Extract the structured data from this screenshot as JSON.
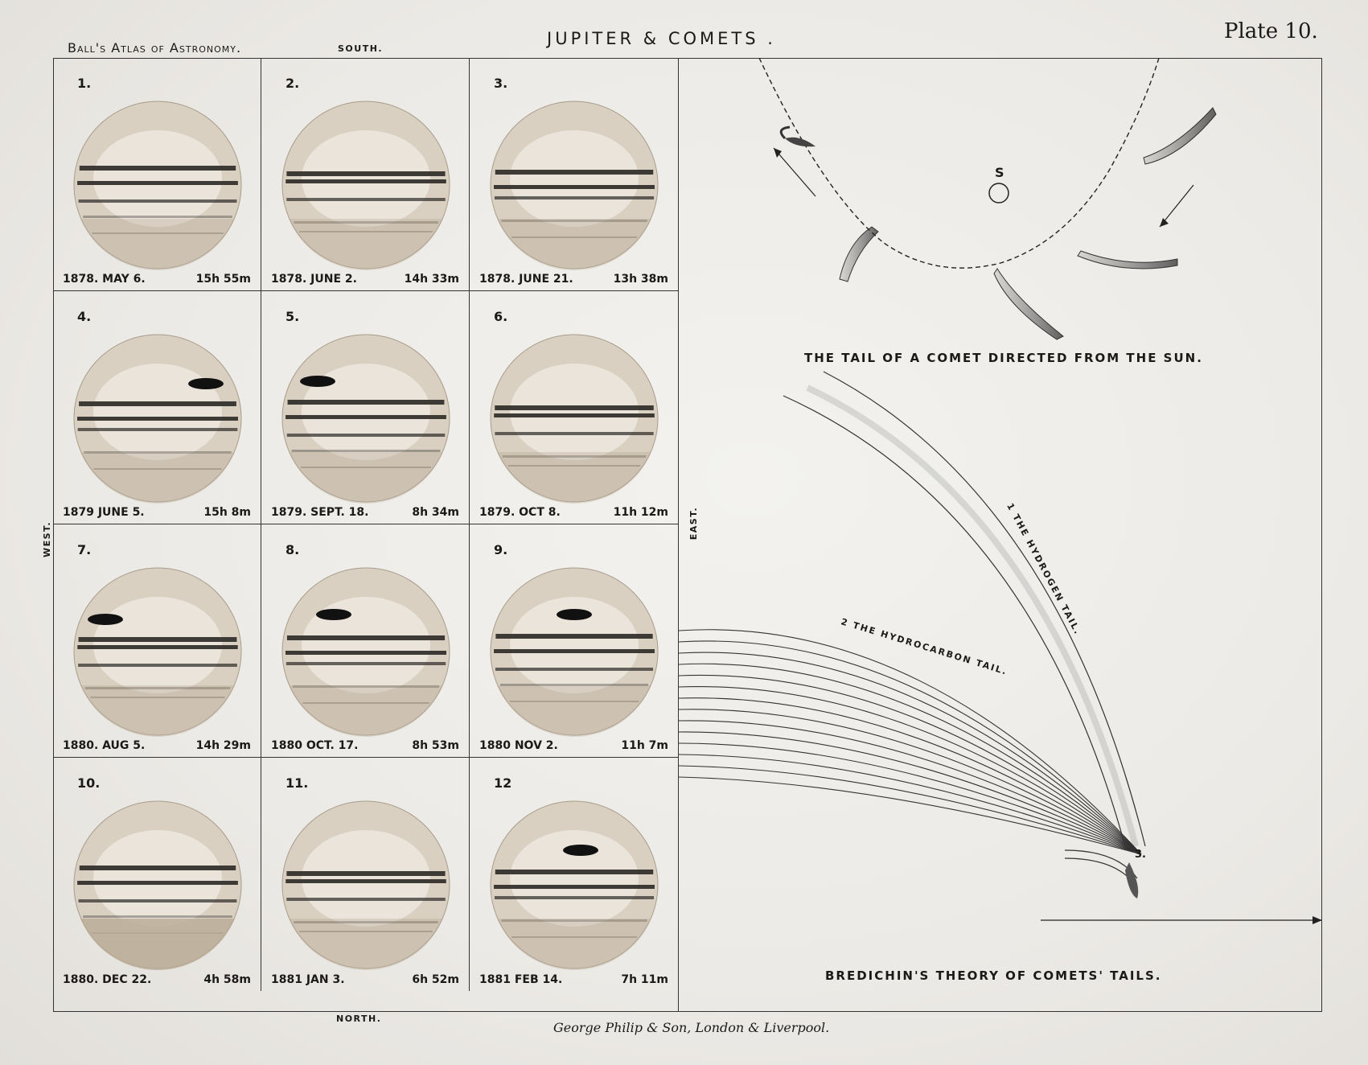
{
  "header": {
    "atlas": "Ball's Atlas of Astronomy.",
    "south": "SOUTH.",
    "title": "JUPITER & COMETS .",
    "plate": "Plate 10."
  },
  "orientation": {
    "west": "WEST.",
    "east": "EAST.",
    "north": "NORTH."
  },
  "publisher": "George Philip & Son, London & Liverpool.",
  "jupiter_drawings": [
    {
      "num": "1.",
      "date": "1878. MAY 6.",
      "time": "15h 55m"
    },
    {
      "num": "2.",
      "date": "1878. JUNE 2.",
      "time": "14h 33m"
    },
    {
      "num": "3.",
      "date": "1878. JUNE 21.",
      "time": "13h 38m"
    },
    {
      "num": "4.",
      "date": "1879 JUNE 5.",
      "time": "15h 8m"
    },
    {
      "num": "5.",
      "date": "1879. SEPT. 18.",
      "time": "8h 34m"
    },
    {
      "num": "6.",
      "date": "1879. OCT 8.",
      "time": "11h 12m"
    },
    {
      "num": "7.",
      "date": "1880. AUG 5.",
      "time": "14h 29m"
    },
    {
      "num": "8.",
      "date": "1880 OCT. 17.",
      "time": "8h 53m"
    },
    {
      "num": "9.",
      "date": "1880 NOV 2.",
      "time": "11h 7m"
    },
    {
      "num": "10.",
      "date": "1880. DEC 22.",
      "time": "4h 58m"
    },
    {
      "num": "11.",
      "date": "1881 JAN 3.",
      "time": "6h 52m"
    },
    {
      "num": "12",
      "date": "1881 FEB 14.",
      "time": "7h 11m"
    }
  ],
  "comet_diagram": {
    "sun_label": "S",
    "caption_top": "THE TAIL OF A COMET DIRECTED FROM THE SUN.",
    "tail1_label": "1 THE HYDROGEN TAIL.",
    "tail2_label": "2 THE HYDROCARBON TAIL.",
    "tail3_label": "3.",
    "caption_bottom": "BREDICHIN'S THEORY OF COMETS' TAILS."
  }
}
